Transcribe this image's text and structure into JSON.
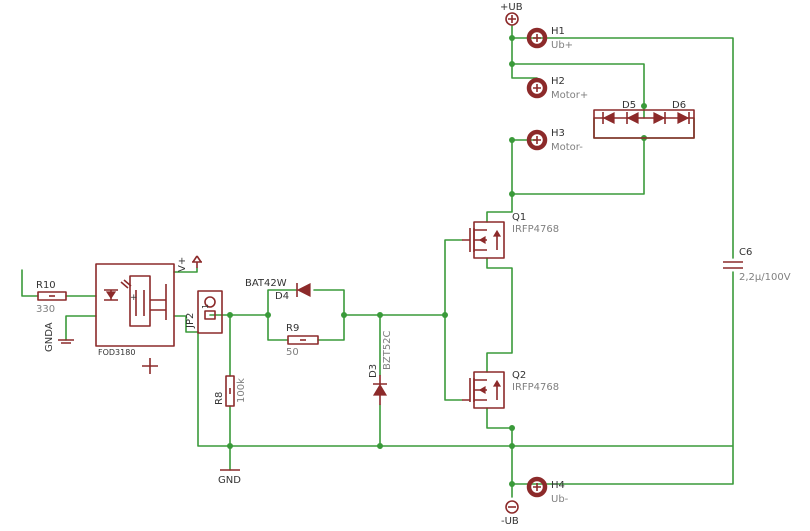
{
  "labels": {
    "ub_plus": "+UB",
    "ub_minus": "-UB",
    "h1_name": "H1",
    "h1_value": "Ub+",
    "h2_name": "H2",
    "h2_value": "Motor+",
    "h3_name": "H3",
    "h3_value": "Motor-",
    "h4_name": "H4",
    "h4_value": "Ub-",
    "d5_name": "D5",
    "d6_name": "D6",
    "q1_name": "Q1",
    "q1_value": "IRFP4768",
    "q2_name": "Q2",
    "q2_value": "IRFP4768",
    "c6_name": "C6",
    "c6_value": "2,2µ/100V",
    "r10_name": "R10",
    "r10_value": "330",
    "gnda": "GNDA",
    "ic_name": "FOD3180",
    "vplus": "V+",
    "jp2_name": "JP2",
    "jp2_pin": "1",
    "bat_name": "BAT42W",
    "d4_name": "D4",
    "r9_name": "R9",
    "r9_value": "50",
    "d3_name": "D3",
    "d3_value": "BZT52C",
    "r8_name": "R8",
    "r8_value": "100k",
    "gnd": "GND"
  },
  "colors": {
    "wire": "#3a9a3a",
    "symbol": "#8c2a2a",
    "name_text": "#333333",
    "value_text": "#808080",
    "background": "#ffffff"
  }
}
